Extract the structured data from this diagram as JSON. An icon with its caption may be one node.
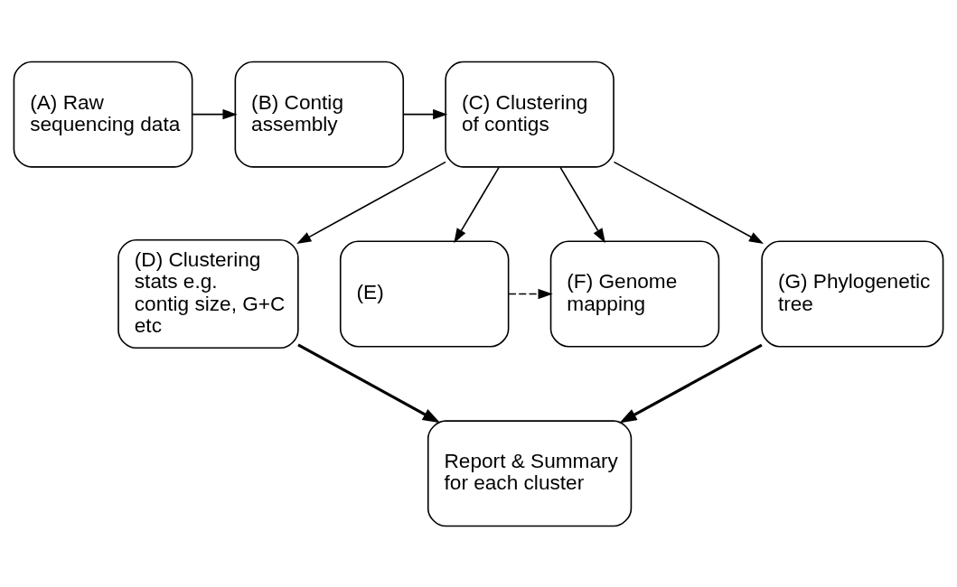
{
  "diagram": {
    "nodes": [
      {
        "text": [
          "(A) Raw sequencing data"
        ]
      },
      {
        "text": [
          "(B) Contig assembly"
        ]
      },
      {
        "text": [
          "(C) Clustering of contigs"
        ]
      },
      {
        "text": [
          "(D) Clustering stats e.g. contig size, G+C etc"
        ]
      },
      {
        "text": [
          "(E)"
        ]
      },
      {
        "text": [
          "(F) Genome mapping"
        ]
      },
      {
        "text": [
          "(G) Phylogenetic tree"
        ]
      },
      {
        "text": [
          "Report & Summary for each cluster"
        ]
      }
    ],
    "edges": [
      {
        "from": 0,
        "to": 1,
        "arrow": "to"
      },
      {
        "from": 1,
        "to": 2,
        "arrow": "to"
      },
      {
        "from": 2,
        "to": 3,
        "arrow": "to"
      },
      {
        "from": 2,
        "to": 4,
        "arrow": "to"
      },
      {
        "from": 2,
        "to": 5,
        "arrow": "to"
      },
      {
        "from": 2,
        "to": 6,
        "arrow": "to"
      },
      {
        "from": 4,
        "to": 5,
        "arrow": "to",
        "style": "dashed"
      },
      {
        "from": 3,
        "to": 7,
        "arrow": "to",
        "style": "thick"
      },
      {
        "from": 6,
        "to": 7,
        "arrow": "to",
        "style": "thick"
      }
    ]
  }
}
